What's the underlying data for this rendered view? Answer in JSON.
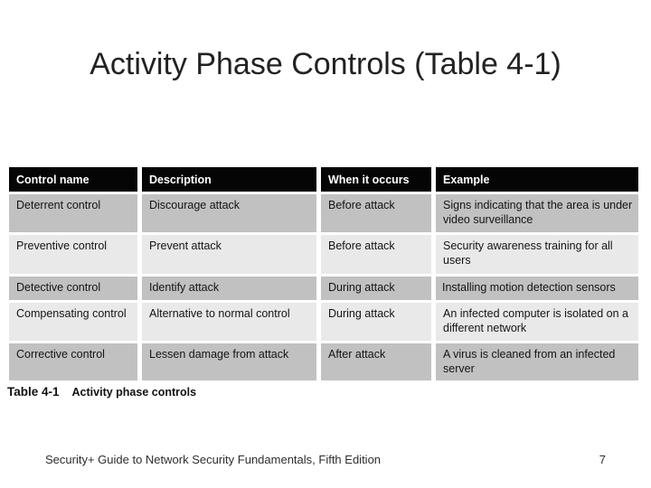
{
  "slide": {
    "title": "Activity Phase Controls (Table 4-1)",
    "caption": {
      "label": "Table 4-1",
      "text": "Activity phase controls"
    },
    "footer": {
      "left": "Security+ Guide to Network Security Fundamentals, Fifth Edition",
      "page": "7"
    }
  },
  "table": {
    "headers": [
      "Control name",
      "Description",
      "When it occurs",
      "Example"
    ],
    "rows": [
      [
        "Deterrent control",
        "Discourage attack",
        "Before attack",
        "Signs indicating that the area is under video surveillance"
      ],
      [
        "Preventive control",
        "Prevent attack",
        "Before attack",
        "Security awareness training for all users"
      ],
      [
        "Detective control",
        "Identify attack",
        "During attack",
        "Installing motion detection sensors"
      ],
      [
        "Compensating control",
        "Alternative to normal control",
        "During attack",
        "An infected computer is isolated on a different network"
      ],
      [
        "Corrective control",
        "Lessen damage from attack",
        "After attack",
        "A virus is cleaned from an infected server"
      ]
    ],
    "colors": {
      "header_bg": "#050505",
      "header_text": "#ffffff",
      "row_shaded_bg": "#c1c1c1",
      "row_light_bg": "#e9e9e9",
      "cell_text": "#141414"
    }
  }
}
